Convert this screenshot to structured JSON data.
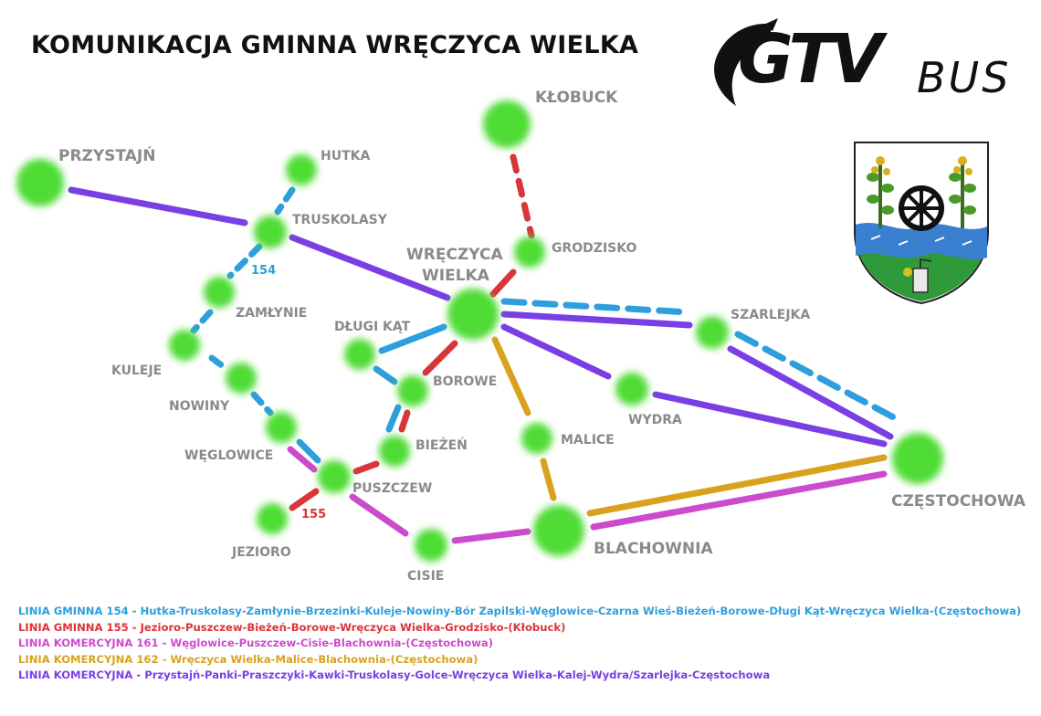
{
  "title": "KOMUNIKACJA GMINNA WRĘCZYCA WIELKA",
  "logo": {
    "brand": "GTV",
    "suffix": "BUS"
  },
  "colors": {
    "line154": "#2e9fdc",
    "line155": "#d9353a",
    "line161": "#cc4bcc",
    "line162": "#d9a21e",
    "lineKom": "#7a3fe4",
    "stop": "#4fdc34",
    "stop_label": "#8a8a8a"
  },
  "stops": [
    {
      "id": "przystajn",
      "label": "PRZYSTAJŃ"
    },
    {
      "id": "hutka",
      "label": "HUTKA"
    },
    {
      "id": "truskolasy",
      "label": "TRUSKOLASY"
    },
    {
      "id": "zamlynie",
      "label": "ZAMŁYNIE"
    },
    {
      "id": "kuleje",
      "label": "KULEJE"
    },
    {
      "id": "nowiny",
      "label": "NOWINY"
    },
    {
      "id": "weglowice",
      "label": "WĘGLOWICE"
    },
    {
      "id": "jezioro",
      "label": "JEZIORO"
    },
    {
      "id": "puszczew",
      "label": "PUSZCZEW"
    },
    {
      "id": "cisie",
      "label": "CISIE"
    },
    {
      "id": "biezen",
      "label": "BIEŻEŃ"
    },
    {
      "id": "borowe",
      "label": "BOROWE"
    },
    {
      "id": "dlugikat",
      "label": "DŁUGI KĄT"
    },
    {
      "id": "wreczyca_1",
      "label": "WRĘCZYCA"
    },
    {
      "id": "wreczyca_2",
      "label": "WIELKA"
    },
    {
      "id": "klobuck",
      "label": "KŁOBUCK"
    },
    {
      "id": "grodzisko",
      "label": "GRODZISKO"
    },
    {
      "id": "malice",
      "label": "MALICE"
    },
    {
      "id": "wydra",
      "label": "WYDRA"
    },
    {
      "id": "szarlejka",
      "label": "SZARLEJKA"
    },
    {
      "id": "czestochowa",
      "label": "CZĘSTOCHOWA"
    },
    {
      "id": "blachownia",
      "label": "BLACHOWNIA"
    }
  ],
  "line_labels": [
    {
      "id": "l154",
      "text": "154"
    },
    {
      "id": "l155",
      "text": "155"
    }
  ],
  "legend": [
    {
      "prefix": "LINIA GMINNA 154",
      "route": " - Hutka-Truskolasy-Zamłynie-Brzezinki-Kuleje-Nowiny-Bór Zapilski-Węglowice-Czarna Wieś-Bieżeń-Borowe-Długi Kąt-Wręczyca Wielka-(Częstochowa)",
      "color": "#2e9fdc"
    },
    {
      "prefix": "LINIA GMINNA 155",
      "route": " - Jezioro-Puszczew-Bieżeń-Borowe-Wręczyca Wielka-Grodzisko-(Kłobuck)",
      "color": "#d9353a"
    },
    {
      "prefix": "LINIA KOMERCYJNA 161",
      "route": " - Węglowice-Puszczew-Cisie-Blachownia-(Częstochowa)",
      "color": "#cc4bcc"
    },
    {
      "prefix": "LINIA KOMERCYJNA 162",
      "route": " - Wręczyca Wielka-Malice-Blachownia-(Częstochowa)",
      "color": "#d9a21e"
    },
    {
      "prefix": "LINIA KOMERCYJNA",
      "route": " - Przystajń-Panki-Praszczyki-Kawki-Truskolasy-Golce-Wręczyca Wielka-Kalej-Wydra/Szarlejka-Częstochowa",
      "color": "#7a3fe4"
    }
  ]
}
